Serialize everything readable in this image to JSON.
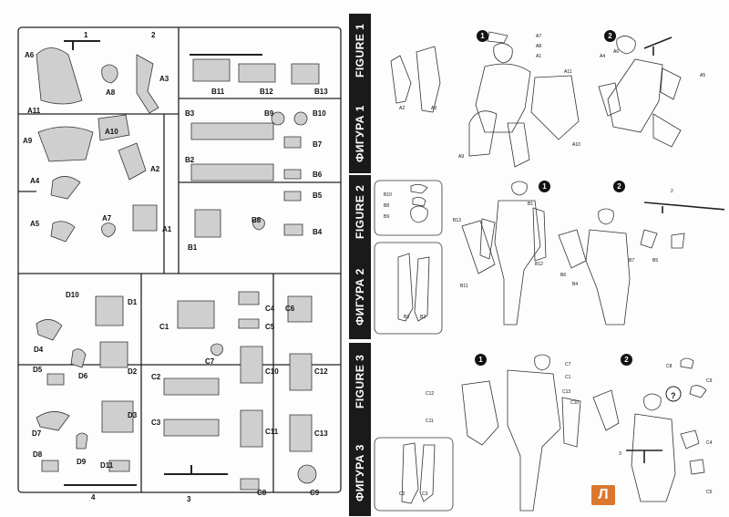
{
  "sprue": {
    "numbers": [
      "1",
      "2",
      "3",
      "4"
    ],
    "parts_a": [
      "A6",
      "A8",
      "A3",
      "A11",
      "A10",
      "A9",
      "A2",
      "A4",
      "A7",
      "A5",
      "A1"
    ],
    "parts_b": [
      "B11",
      "B12",
      "B13",
      "B3",
      "B9",
      "B10",
      "B7",
      "B2",
      "B6",
      "B5",
      "B8",
      "B4",
      "B1"
    ],
    "parts_d": [
      "D10",
      "D1",
      "D4",
      "D5",
      "D6",
      "D2",
      "D7",
      "D3",
      "D8",
      "D9",
      "D11"
    ],
    "parts_c": [
      "C4",
      "C6",
      "C1",
      "C5",
      "C7",
      "C2",
      "C10",
      "C12",
      "C3",
      "C11",
      "C13",
      "C8",
      "C9"
    ]
  },
  "figures": [
    {
      "title_en": "FIGURE 1",
      "title_ru": "ФИГУРА 1",
      "steps": [
        "1",
        "2"
      ],
      "labels": [
        "A7",
        "A8",
        "A1",
        "A11",
        "A2",
        "A3",
        "A9",
        "A10",
        "A6",
        "A4",
        "A5"
      ]
    },
    {
      "title_en": "FIGURE 2",
      "title_ru": "ФИГУРА 2",
      "steps": [
        "1",
        "2"
      ],
      "labels": [
        "B10",
        "B8",
        "B9",
        "B13",
        "B11",
        "B12",
        "B1",
        "B2",
        "B3",
        "B4",
        "B5",
        "B6",
        "B7"
      ],
      "weapon_label": "2"
    },
    {
      "title_en": "FIGURE 3",
      "title_ru": "ФИГУРА 3",
      "steps": [
        "1",
        "2"
      ],
      "labels": [
        "C7",
        "C1",
        "C13",
        "C12",
        "C10",
        "C11",
        "C2",
        "C3",
        "C8",
        "C9",
        "C4",
        "C5"
      ],
      "weapon_label": "3",
      "question_mark": "?"
    }
  ],
  "publisher_badge": "Л"
}
